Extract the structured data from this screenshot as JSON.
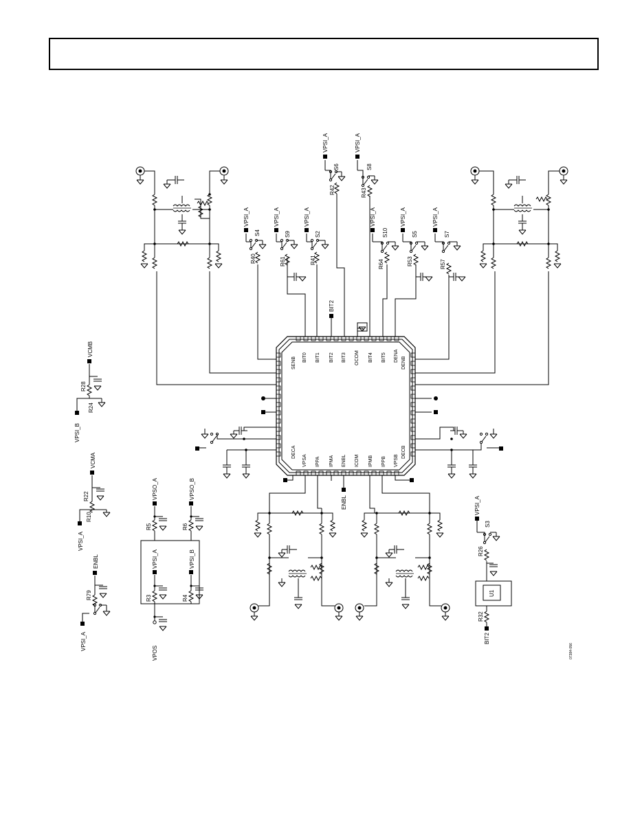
{
  "header": {
    "title": ""
  },
  "figure_id": "07384-056",
  "chip": {
    "top_pins": [
      "SENB",
      "BIT0",
      "BIT1",
      "BIT2",
      "BIT3",
      "OCOM",
      "BIT4",
      "BIT5",
      "DENA",
      "DENB"
    ],
    "bottom_pins": [
      "DECA",
      "VPSA",
      "IPPA",
      "IPMA",
      "ENBL",
      "ICOM",
      "IPMB",
      "IPPB",
      "VPSB",
      "DECB"
    ]
  },
  "switches": {
    "s4": {
      "supply": "VPSI_A",
      "name": "S4",
      "resistor": "R40"
    },
    "s9": {
      "supply": "VPSI_A",
      "name": "S9",
      "resistor": "R61"
    },
    "s2": {
      "supply": "VPSI_A",
      "name": "S2",
      "resistor": "R41"
    },
    "s6": {
      "supply": "VPSI_A",
      "name": "S6",
      "resistor": "R42"
    },
    "s8": {
      "supply": "VPSI_A",
      "name": "S8",
      "resistor": "R43"
    },
    "s10": {
      "supply": "VPSI_A",
      "name": "S10",
      "resistor": "R64"
    },
    "s5": {
      "supply": "VPSI_A",
      "name": "S5",
      "resistor": "R53"
    },
    "s7": {
      "supply": "VPSI_A",
      "name": "S7",
      "resistor": "R57"
    }
  },
  "bit2_label": "BIT2",
  "left_section": {
    "vcmb": {
      "label": "VCMB",
      "r_top": "R28",
      "r_bot": "R24",
      "supply": "VPSI_B"
    },
    "vcma": {
      "label": "VCMA",
      "r_top": "R22",
      "r_bot": "R10",
      "supply": "VPSI_A"
    },
    "enbl": {
      "label": "ENBL",
      "resistor": "R79",
      "supply": "VPSI_A"
    }
  },
  "power": {
    "vpso_a": "VPSO_A",
    "vpso_b": "VPSO_B",
    "r5": "R5",
    "r6": "R6",
    "vpsi_a": "VPSI_A",
    "vpsi_b": "VPSI_B",
    "r3": "R3",
    "r4": "R4",
    "vpos": "VPOS"
  },
  "enbl_bottom": "ENBL",
  "u1_section": {
    "supply": "VPSI_A",
    "switch": "S3",
    "r_top": "R26",
    "device": "U1",
    "r_bot": "R32",
    "bit": "BIT2"
  }
}
